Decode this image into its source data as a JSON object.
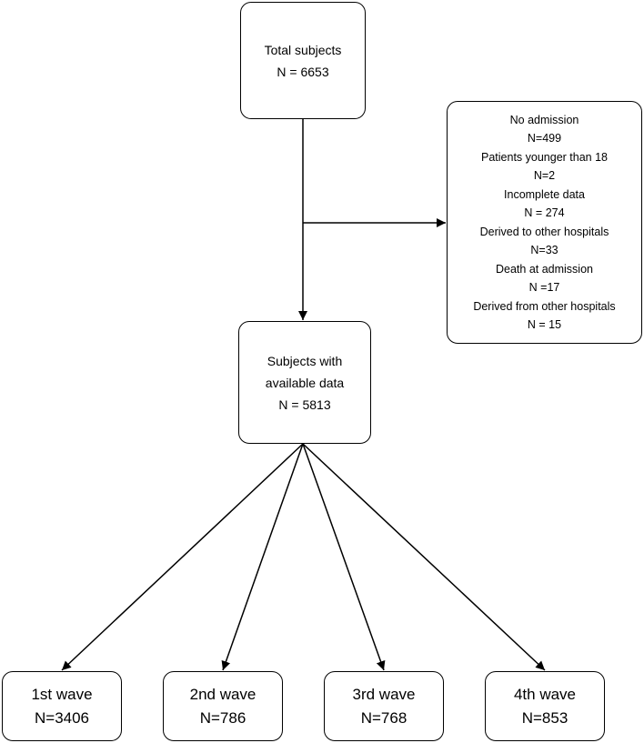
{
  "total": {
    "title": "Total subjects",
    "count": "N = 6653"
  },
  "exclusions": [
    {
      "reason": "No admission",
      "count": "N=499"
    },
    {
      "reason": "Patients younger than 18",
      "count": "N=2"
    },
    {
      "reason": "Incomplete data",
      "count": "N = 274"
    },
    {
      "reason": "Derived to other hospitals",
      "count": "N=33"
    },
    {
      "reason": "Death at admission",
      "count": "N =17"
    },
    {
      "reason": "Derived from other hospitals",
      "count": "N = 15"
    }
  ],
  "available": {
    "line1": "Subjects with",
    "line2": "available data",
    "count": "N = 5813"
  },
  "waves": [
    {
      "label": "1st wave",
      "count": "N=3406"
    },
    {
      "label": "2nd wave",
      "count": "N=786"
    },
    {
      "label": "3rd wave",
      "count": "N=768"
    },
    {
      "label": "4th wave",
      "count": "N=853"
    }
  ]
}
